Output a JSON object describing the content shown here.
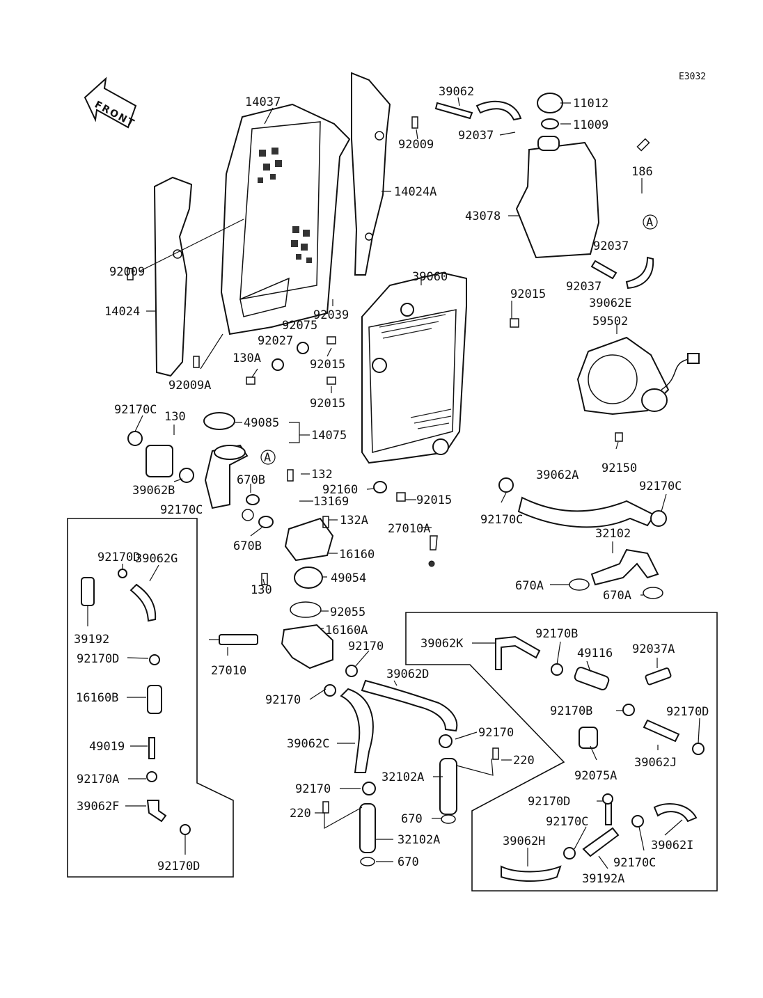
{
  "diagram_code": "E3032",
  "front_label": "FRONT",
  "callouts": [
    {
      "id": "c-11012",
      "text": "11012"
    },
    {
      "id": "c-11009",
      "text": "11009"
    },
    {
      "id": "c-39062-top",
      "text": "39062"
    },
    {
      "id": "c-92037-top",
      "text": "92037"
    },
    {
      "id": "c-14037",
      "text": "14037"
    },
    {
      "id": "c-92009-top",
      "text": "92009"
    },
    {
      "id": "c-14024a",
      "text": "14024A"
    },
    {
      "id": "c-186",
      "text": "186"
    },
    {
      "id": "c-43078",
      "text": "43078"
    },
    {
      "id": "c-a-tank",
      "text": "A"
    },
    {
      "id": "c-92037-mid",
      "text": "92037"
    },
    {
      "id": "c-92037-low",
      "text": "92037"
    },
    {
      "id": "c-39062e",
      "text": "39062E"
    },
    {
      "id": "c-92009-left",
      "text": "92009"
    },
    {
      "id": "c-39060",
      "text": "39060"
    },
    {
      "id": "c-92015-a",
      "text": "92015"
    },
    {
      "id": "c-14024",
      "text": "14024"
    },
    {
      "id": "c-92039",
      "text": "92039"
    },
    {
      "id": "c-92075",
      "text": "92075"
    },
    {
      "id": "c-92027",
      "text": "92027"
    },
    {
      "id": "c-59502",
      "text": "59502"
    },
    {
      "id": "c-130a",
      "text": "130A"
    },
    {
      "id": "c-92015-b",
      "text": "92015"
    },
    {
      "id": "c-92009a",
      "text": "92009A"
    },
    {
      "id": "c-92015-c",
      "text": "92015"
    },
    {
      "id": "c-92170c-a",
      "text": "92170C"
    },
    {
      "id": "c-130-a",
      "text": "130"
    },
    {
      "id": "c-49085",
      "text": "49085"
    },
    {
      "id": "c-14075",
      "text": "14075"
    },
    {
      "id": "c-92150",
      "text": "92150"
    },
    {
      "id": "c-a-neck",
      "text": "A"
    },
    {
      "id": "c-132",
      "text": "132"
    },
    {
      "id": "c-39062a",
      "text": "39062A"
    },
    {
      "id": "c-39062b",
      "text": "39062B"
    },
    {
      "id": "c-670b-a",
      "text": "670B"
    },
    {
      "id": "c-92160",
      "text": "92160"
    },
    {
      "id": "c-92170c-b",
      "text": "92170C"
    },
    {
      "id": "c-13169",
      "text": "13169"
    },
    {
      "id": "c-92015-d",
      "text": "92015"
    },
    {
      "id": "c-92170c-c",
      "text": "92170C"
    },
    {
      "id": "c-92170c-d",
      "text": "92170C"
    },
    {
      "id": "c-132a",
      "text": "132A"
    },
    {
      "id": "c-27010a",
      "text": "27010A"
    },
    {
      "id": "c-32102",
      "text": "32102"
    },
    {
      "id": "c-670b-b",
      "text": "670B"
    },
    {
      "id": "c-16160",
      "text": "16160"
    },
    {
      "id": "c-92170d-a",
      "text": "92170D"
    },
    {
      "id": "c-39062g",
      "text": "39062G"
    },
    {
      "id": "c-130-b",
      "text": "130"
    },
    {
      "id": "c-49054",
      "text": "49054"
    },
    {
      "id": "c-670a-a",
      "text": "670A"
    },
    {
      "id": "c-670a-b",
      "text": "670A"
    },
    {
      "id": "c-92055",
      "text": "92055"
    },
    {
      "id": "c-39192",
      "text": "39192"
    },
    {
      "id": "c-16160a",
      "text": "16160A"
    },
    {
      "id": "c-92170b-a",
      "text": "92170B"
    },
    {
      "id": "c-39062k",
      "text": "39062K"
    },
    {
      "id": "c-49116",
      "text": "49116"
    },
    {
      "id": "c-92037a",
      "text": "92037A"
    },
    {
      "id": "c-92170d-b",
      "text": "92170D"
    },
    {
      "id": "c-92170-a",
      "text": "92170"
    },
    {
      "id": "c-27010",
      "text": "27010"
    },
    {
      "id": "c-39062d",
      "text": "39062D"
    },
    {
      "id": "c-16160b",
      "text": "16160B"
    },
    {
      "id": "c-92170-b",
      "text": "92170"
    },
    {
      "id": "c-92170b-b",
      "text": "92170B"
    },
    {
      "id": "c-92170d-c",
      "text": "92170D"
    },
    {
      "id": "c-92170-c",
      "text": "92170"
    },
    {
      "id": "c-39062c",
      "text": "39062C"
    },
    {
      "id": "c-49019",
      "text": "49019"
    },
    {
      "id": "c-39062j",
      "text": "39062J"
    },
    {
      "id": "c-220-a",
      "text": "220"
    },
    {
      "id": "c-92170a",
      "text": "92170A"
    },
    {
      "id": "c-32102a-a",
      "text": "32102A"
    },
    {
      "id": "c-92075a",
      "text": "92075A"
    },
    {
      "id": "c-92170-d",
      "text": "92170"
    },
    {
      "id": "c-92170d-d",
      "text": "92170D"
    },
    {
      "id": "c-39062f",
      "text": "39062F"
    },
    {
      "id": "c-220-b",
      "text": "220"
    },
    {
      "id": "c-670-a",
      "text": "670"
    },
    {
      "id": "c-92170c-e",
      "text": "92170C"
    },
    {
      "id": "c-39062h",
      "text": "39062H"
    },
    {
      "id": "c-32102a-b",
      "text": "32102A"
    },
    {
      "id": "c-39062i",
      "text": "39062I"
    },
    {
      "id": "c-92170c-f",
      "text": "92170C"
    },
    {
      "id": "c-670-b",
      "text": "670"
    },
    {
      "id": "c-92170d-e",
      "text": "92170D"
    },
    {
      "id": "c-39192a",
      "text": "39192A"
    }
  ]
}
